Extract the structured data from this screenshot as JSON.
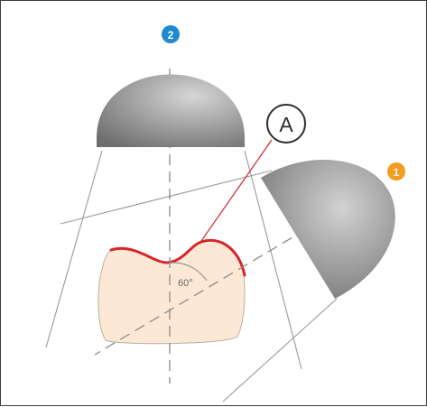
{
  "labels": {
    "marker_2": "2",
    "marker_1": "1",
    "callout_a": "A",
    "angle": "60°"
  },
  "colors": {
    "marker_2": "#1d8ad1",
    "marker_1": "#f39c1e",
    "red_curve": "#d7262b",
    "tooth_fill": "#fbe9d5",
    "tooth_stroke": "#b9aea3",
    "dome_fill": "#8a8a8a",
    "line": "#9a9a9a",
    "frame_border": "#3d3d3d"
  },
  "icons": {
    "dome_2": "gray-dome-shape",
    "dome_1": "gray-dome-shape",
    "callout": "circled-letter"
  }
}
